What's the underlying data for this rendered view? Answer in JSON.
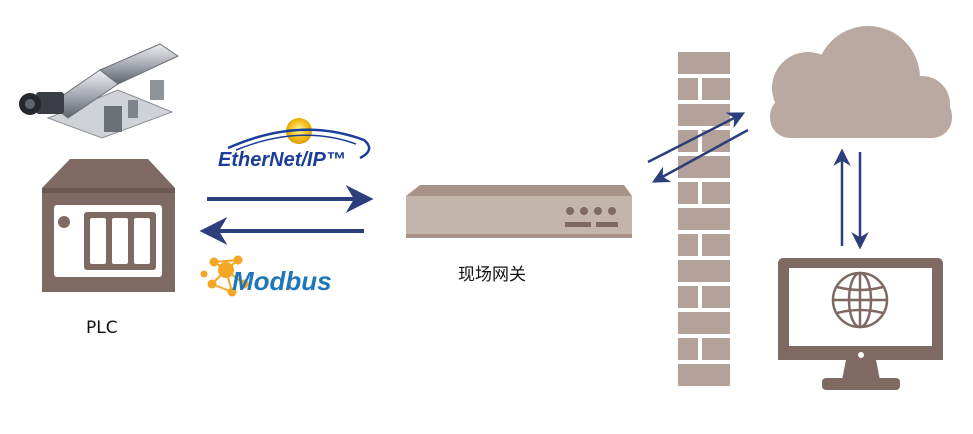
{
  "labels": {
    "plc": "PLC",
    "gateway": "现场网关"
  },
  "logos": {
    "ethernet_ip": "EtherNet/IP™",
    "modbus": "Modbus"
  },
  "colors": {
    "device": "#7e6a62",
    "gateway_body": "#c4b5ab",
    "gateway_front": "#a89388",
    "wall": "#b4a199",
    "cloud": "#baa9a0",
    "arrow": "#2c3f7c",
    "ethernet_blue": "#1a3e9a",
    "modbus_blue": "#1f76b8",
    "modbus_orange": "#f5a623"
  },
  "icons": {
    "machine": "decanter-centrifuge-image",
    "plc": "plc-device-icon",
    "gateway": "gateway-device-icon",
    "firewall": "brick-wall-icon",
    "cloud": "cloud-icon",
    "monitor": "monitor-globe-icon"
  }
}
